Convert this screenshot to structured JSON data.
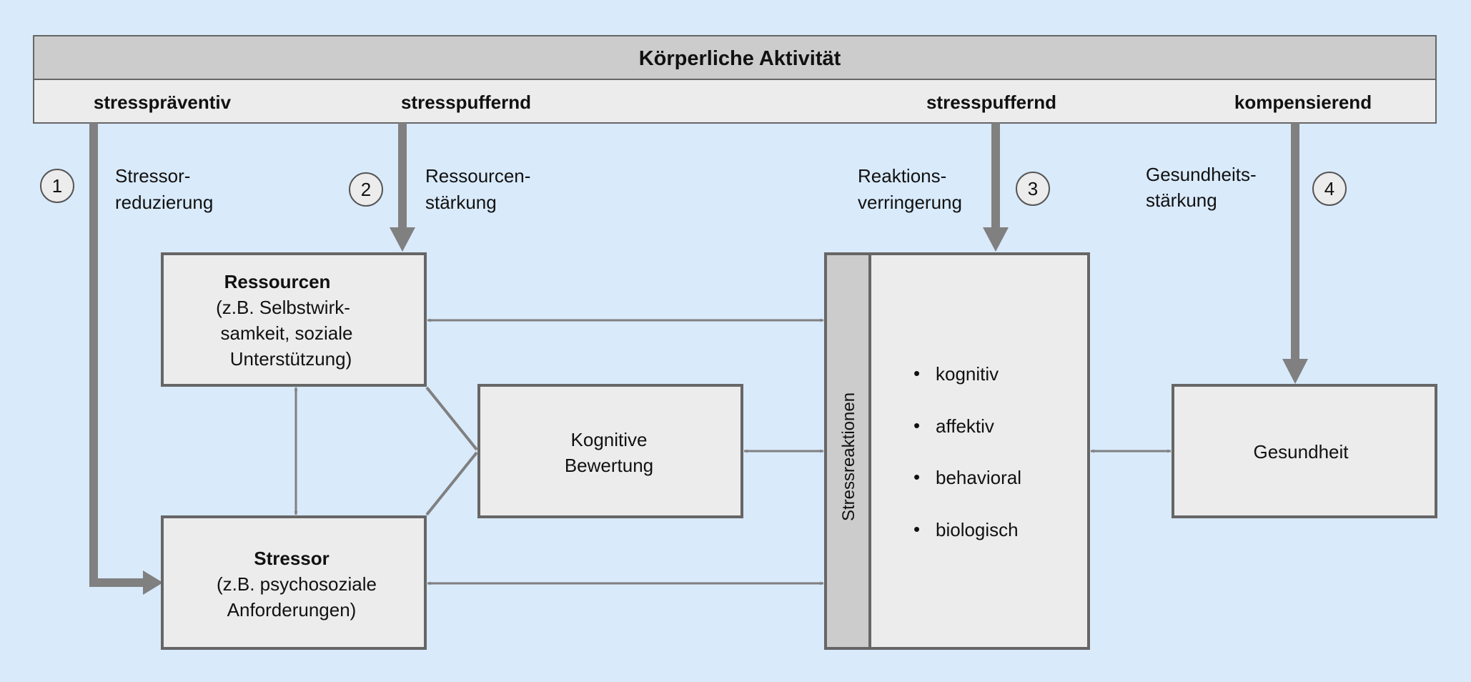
{
  "header": {
    "title": "Körperliche Aktivität",
    "modes": [
      "stresspräventiv",
      "stresspuffernd",
      "stresspuffernd",
      "kompensierend"
    ]
  },
  "paths": [
    {
      "number": "1",
      "label": [
        "Stressor-",
        "reduzierung"
      ]
    },
    {
      "number": "2",
      "label": [
        "Ressourcen-",
        "stärkung"
      ]
    },
    {
      "number": "3",
      "label": [
        "Reaktions-",
        "verringerung"
      ]
    },
    {
      "number": "4",
      "label": [
        "Gesundheits-",
        "stärkung"
      ]
    }
  ],
  "boxes": {
    "ressourcen": {
      "title": "Ressourcen",
      "lines": [
        "(z.B. Selbstwirk-",
        "samkeit, soziale",
        "Unterstützung)"
      ]
    },
    "stressor": {
      "title": "Stressor",
      "lines": [
        "(z.B. psychosoziale",
        "Anforderungen)"
      ]
    },
    "bewertung": {
      "lines": [
        "Kognitive",
        "Bewertung"
      ]
    },
    "stressreaktionen": {
      "label": "Stressreaktionen",
      "items": [
        "kognitiv",
        "affektiv",
        "behavioral",
        "biologisch"
      ]
    },
    "gesundheit": {
      "label": "Gesundheit"
    }
  },
  "colors": {
    "background": "#d9eafb",
    "box_fill": "#ececec",
    "header_fill": "#cccccc",
    "stroke": "#666666",
    "arrow": "#808080"
  }
}
